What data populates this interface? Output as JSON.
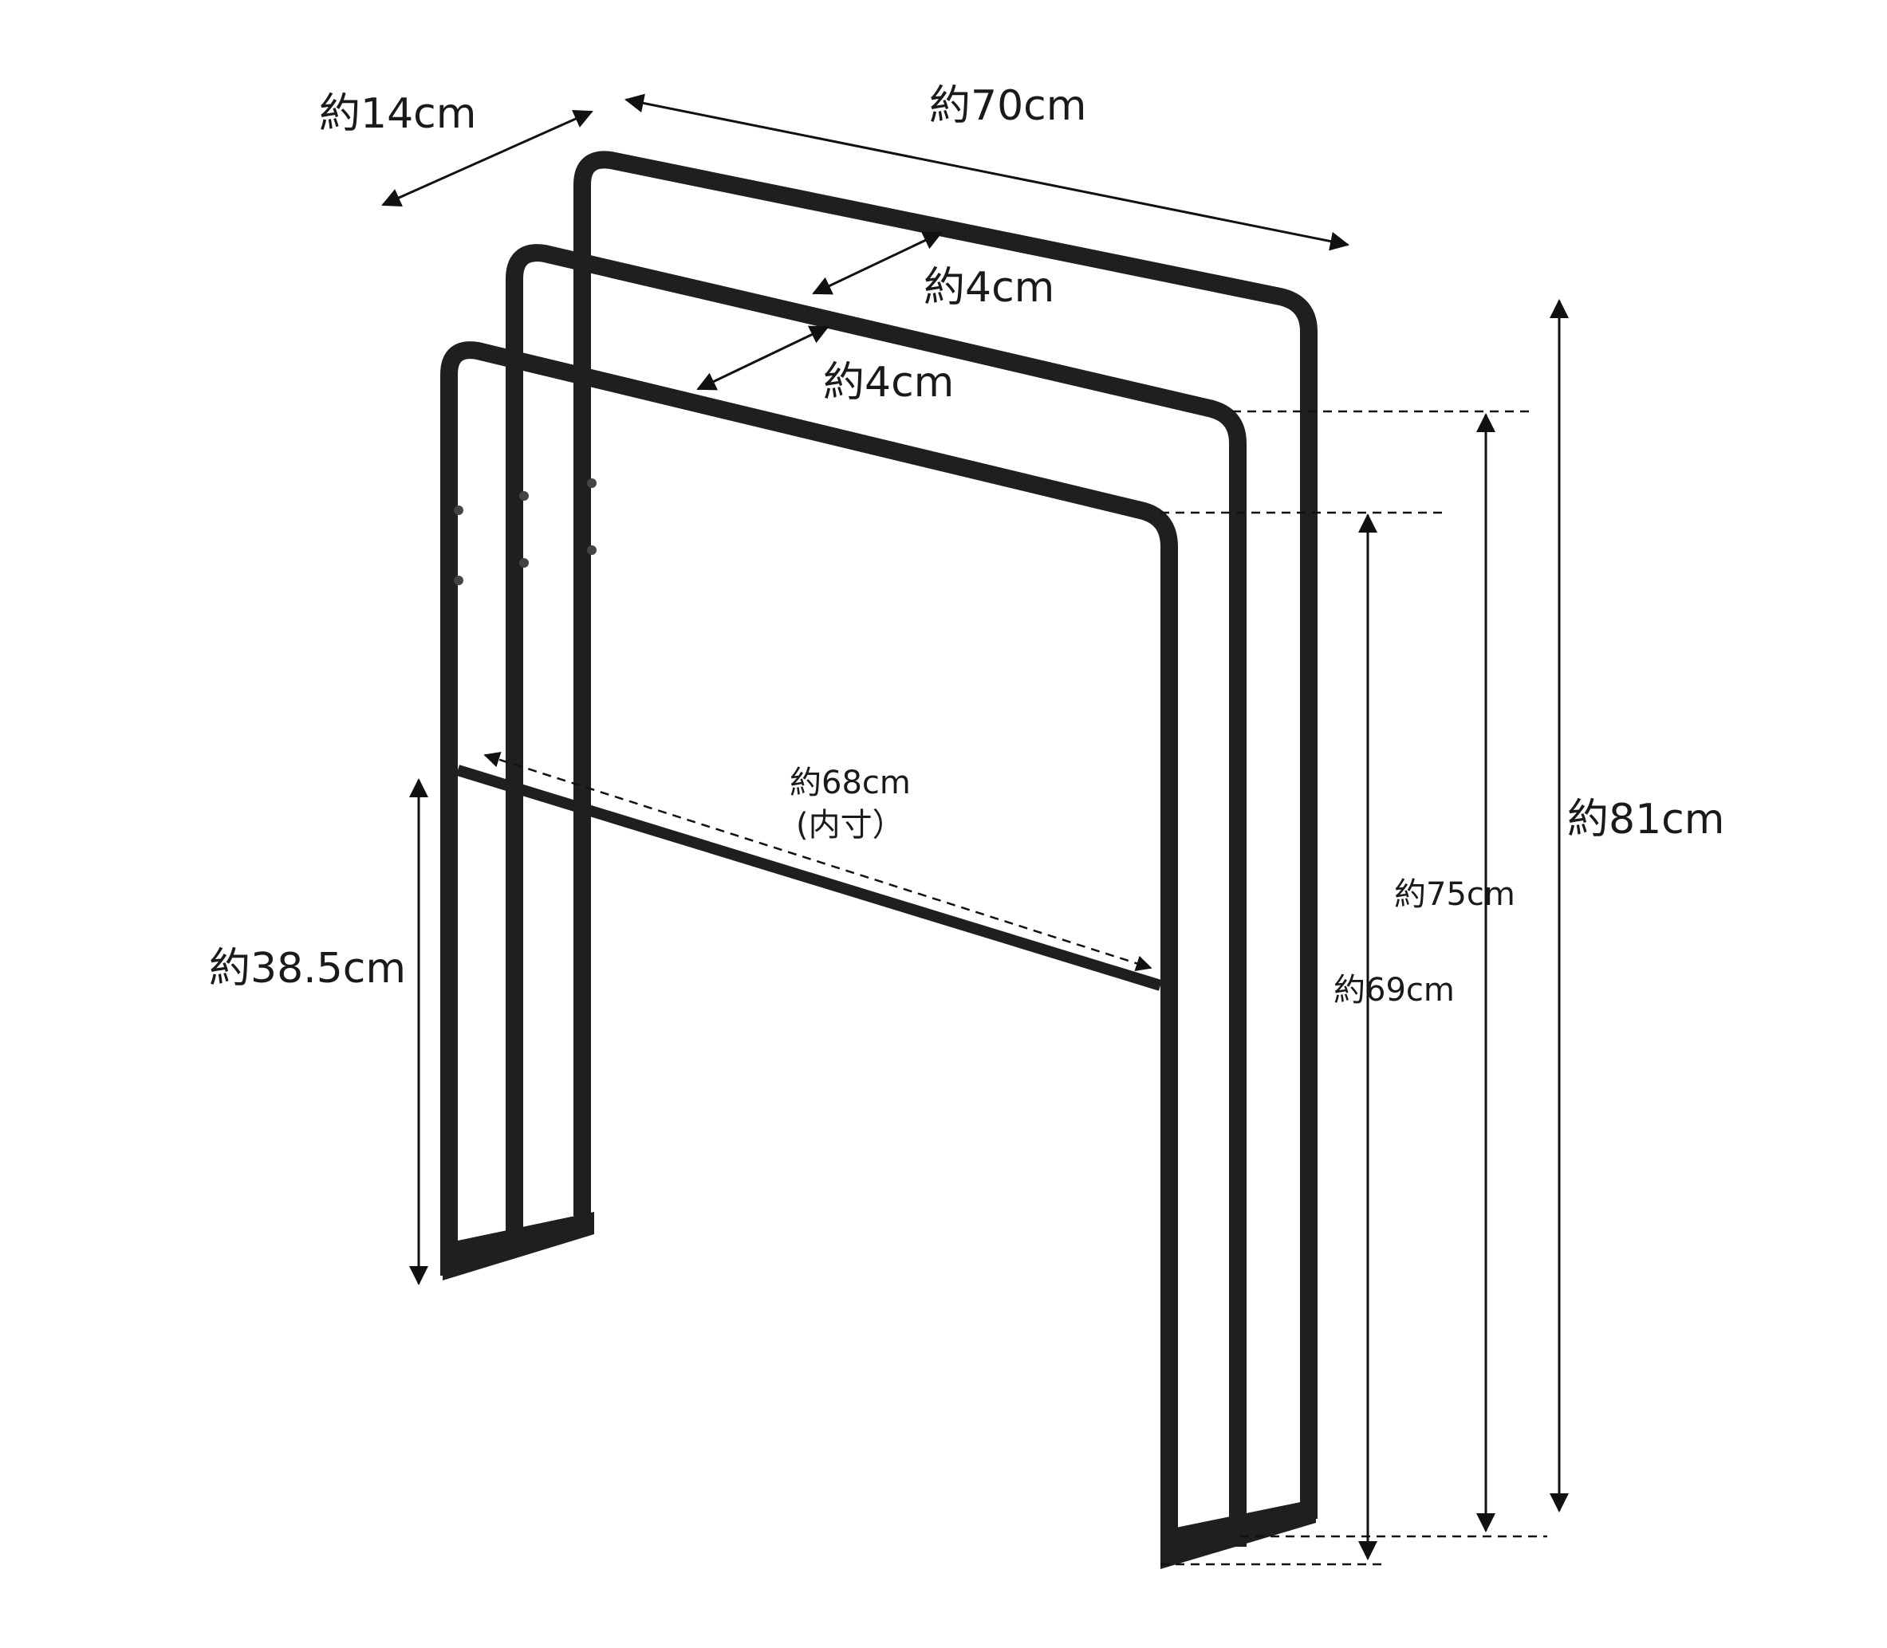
{
  "colors": {
    "frame": "#1f1f1f",
    "dimension": "#111111",
    "text": "#1a1a1a",
    "background": "#ffffff"
  },
  "dimensions": {
    "depth": "約14cm",
    "width": "約70cm",
    "bar_spacing_1": "約4cm",
    "bar_spacing_2": "約4cm",
    "inner_width": "約68cm",
    "inner_width_note": "(内寸）",
    "lower_bar_height": "約38.5cm",
    "total_height": "約81cm",
    "middle_height": "約75cm",
    "front_height": "約69cm"
  }
}
